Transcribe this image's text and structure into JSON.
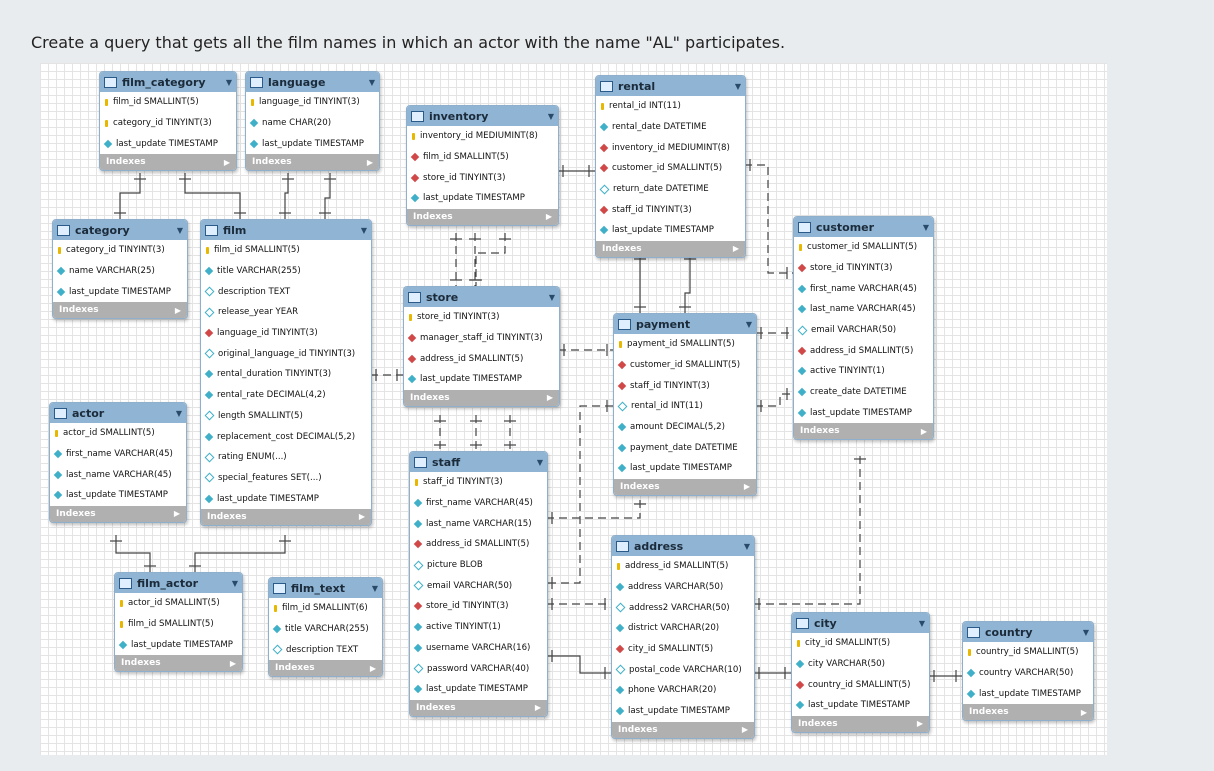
{
  "question": "Create a query that gets all the film names in which an actor with the name \"AL\" participates.",
  "indexes_label": "Indexes",
  "tables": [
    {
      "name": "film_category",
      "cols": [
        {
          "t": "key",
          "s": "film_id SMALLINT(5)"
        },
        {
          "t": "key",
          "s": "category_id TINYINT(3)"
        },
        {
          "t": "col",
          "s": "last_update TIMESTAMP"
        }
      ]
    },
    {
      "name": "language",
      "cols": [
        {
          "t": "key",
          "s": "language_id TINYINT(3)"
        },
        {
          "t": "col",
          "s": "name CHAR(20)"
        },
        {
          "t": "col",
          "s": "last_update TIMESTAMP"
        }
      ]
    },
    {
      "name": "inventory",
      "cols": [
        {
          "t": "key",
          "s": "inventory_id MEDIUMINT(8)"
        },
        {
          "t": "fk",
          "s": "film_id SMALLINT(5)"
        },
        {
          "t": "fk",
          "s": "store_id TINYINT(3)"
        },
        {
          "t": "col",
          "s": "last_update TIMESTAMP"
        }
      ]
    },
    {
      "name": "rental",
      "cols": [
        {
          "t": "key",
          "s": "rental_id INT(11)"
        },
        {
          "t": "col",
          "s": "rental_date DATETIME"
        },
        {
          "t": "fk",
          "s": "inventory_id MEDIUMINT(8)"
        },
        {
          "t": "fk",
          "s": "customer_id SMALLINT(5)"
        },
        {
          "t": "null",
          "s": "return_date DATETIME"
        },
        {
          "t": "fk",
          "s": "staff_id TINYINT(3)"
        },
        {
          "t": "col",
          "s": "last_update TIMESTAMP"
        }
      ]
    },
    {
      "name": "category",
      "cols": [
        {
          "t": "key",
          "s": "category_id TINYINT(3)"
        },
        {
          "t": "col",
          "s": "name VARCHAR(25)"
        },
        {
          "t": "col",
          "s": "last_update TIMESTAMP"
        }
      ]
    },
    {
      "name": "film",
      "cols": [
        {
          "t": "key",
          "s": "film_id SMALLINT(5)"
        },
        {
          "t": "col",
          "s": "title VARCHAR(255)"
        },
        {
          "t": "null",
          "s": "description TEXT"
        },
        {
          "t": "null",
          "s": "release_year YEAR"
        },
        {
          "t": "fk",
          "s": "language_id TINYINT(3)"
        },
        {
          "t": "null",
          "s": "original_language_id TINYINT(3)"
        },
        {
          "t": "col",
          "s": "rental_duration TINYINT(3)"
        },
        {
          "t": "col",
          "s": "rental_rate DECIMAL(4,2)"
        },
        {
          "t": "null",
          "s": "length SMALLINT(5)"
        },
        {
          "t": "col",
          "s": "replacement_cost DECIMAL(5,2)"
        },
        {
          "t": "null",
          "s": "rating ENUM(...)"
        },
        {
          "t": "null",
          "s": "special_features SET(...)"
        },
        {
          "t": "col",
          "s": "last_update TIMESTAMP"
        }
      ]
    },
    {
      "name": "store",
      "cols": [
        {
          "t": "key",
          "s": "store_id TINYINT(3)"
        },
        {
          "t": "fk",
          "s": "manager_staff_id TINYINT(3)"
        },
        {
          "t": "fk",
          "s": "address_id SMALLINT(5)"
        },
        {
          "t": "col",
          "s": "last_update TIMESTAMP"
        }
      ]
    },
    {
      "name": "customer",
      "cols": [
        {
          "t": "key",
          "s": "customer_id SMALLINT(5)"
        },
        {
          "t": "fk",
          "s": "store_id TINYINT(3)"
        },
        {
          "t": "col",
          "s": "first_name VARCHAR(45)"
        },
        {
          "t": "col",
          "s": "last_name VARCHAR(45)"
        },
        {
          "t": "null",
          "s": "email VARCHAR(50)"
        },
        {
          "t": "fk",
          "s": "address_id SMALLINT(5)"
        },
        {
          "t": "col",
          "s": "active TINYINT(1)"
        },
        {
          "t": "col",
          "s": "create_date DATETIME"
        },
        {
          "t": "col",
          "s": "last_update TIMESTAMP"
        }
      ]
    },
    {
      "name": "payment",
      "cols": [
        {
          "t": "key",
          "s": "payment_id SMALLINT(5)"
        },
        {
          "t": "fk",
          "s": "customer_id SMALLINT(5)"
        },
        {
          "t": "fk",
          "s": "staff_id TINYINT(3)"
        },
        {
          "t": "null",
          "s": "rental_id INT(11)"
        },
        {
          "t": "col",
          "s": "amount DECIMAL(5,2)"
        },
        {
          "t": "col",
          "s": "payment_date DATETIME"
        },
        {
          "t": "col",
          "s": "last_update TIMESTAMP"
        }
      ]
    },
    {
      "name": "actor",
      "cols": [
        {
          "t": "key",
          "s": "actor_id SMALLINT(5)"
        },
        {
          "t": "col",
          "s": "first_name VARCHAR(45)"
        },
        {
          "t": "col",
          "s": "last_name VARCHAR(45)"
        },
        {
          "t": "col",
          "s": "last_update TIMESTAMP"
        }
      ]
    },
    {
      "name": "staff",
      "cols": [
        {
          "t": "key",
          "s": "staff_id TINYINT(3)"
        },
        {
          "t": "col",
          "s": "first_name VARCHAR(45)"
        },
        {
          "t": "col",
          "s": "last_name VARCHAR(15)"
        },
        {
          "t": "fk",
          "s": "address_id SMALLINT(5)"
        },
        {
          "t": "null",
          "s": "picture BLOB"
        },
        {
          "t": "null",
          "s": "email VARCHAR(50)"
        },
        {
          "t": "fk",
          "s": "store_id TINYINT(3)"
        },
        {
          "t": "col",
          "s": "active TINYINT(1)"
        },
        {
          "t": "col",
          "s": "username VARCHAR(16)"
        },
        {
          "t": "null",
          "s": "password VARCHAR(40)"
        },
        {
          "t": "col",
          "s": "last_update TIMESTAMP"
        }
      ]
    },
    {
      "name": "address",
      "cols": [
        {
          "t": "key",
          "s": "address_id SMALLINT(5)"
        },
        {
          "t": "col",
          "s": "address VARCHAR(50)"
        },
        {
          "t": "null",
          "s": "address2 VARCHAR(50)"
        },
        {
          "t": "col",
          "s": "district VARCHAR(20)"
        },
        {
          "t": "fk",
          "s": "city_id SMALLINT(5)"
        },
        {
          "t": "null",
          "s": "postal_code VARCHAR(10)"
        },
        {
          "t": "col",
          "s": "phone VARCHAR(20)"
        },
        {
          "t": "col",
          "s": "last_update TIMESTAMP"
        }
      ]
    },
    {
      "name": "film_actor",
      "cols": [
        {
          "t": "key",
          "s": "actor_id SMALLINT(5)"
        },
        {
          "t": "key",
          "s": "film_id SMALLINT(5)"
        },
        {
          "t": "col",
          "s": "last_update TIMESTAMP"
        }
      ]
    },
    {
      "name": "film_text",
      "cols": [
        {
          "t": "key",
          "s": "film_id SMALLINT(6)"
        },
        {
          "t": "col",
          "s": "title VARCHAR(255)"
        },
        {
          "t": "null",
          "s": "description TEXT"
        }
      ]
    },
    {
      "name": "city",
      "cols": [
        {
          "t": "key",
          "s": "city_id SMALLINT(5)"
        },
        {
          "t": "col",
          "s": "city VARCHAR(50)"
        },
        {
          "t": "fk",
          "s": "country_id SMALLINT(5)"
        },
        {
          "t": "col",
          "s": "last_update TIMESTAMP"
        }
      ]
    },
    {
      "name": "country",
      "cols": [
        {
          "t": "key",
          "s": "country_id SMALLINT(5)"
        },
        {
          "t": "col",
          "s": "country VARCHAR(50)"
        },
        {
          "t": "col",
          "s": "last_update TIMESTAMP"
        }
      ]
    }
  ]
}
